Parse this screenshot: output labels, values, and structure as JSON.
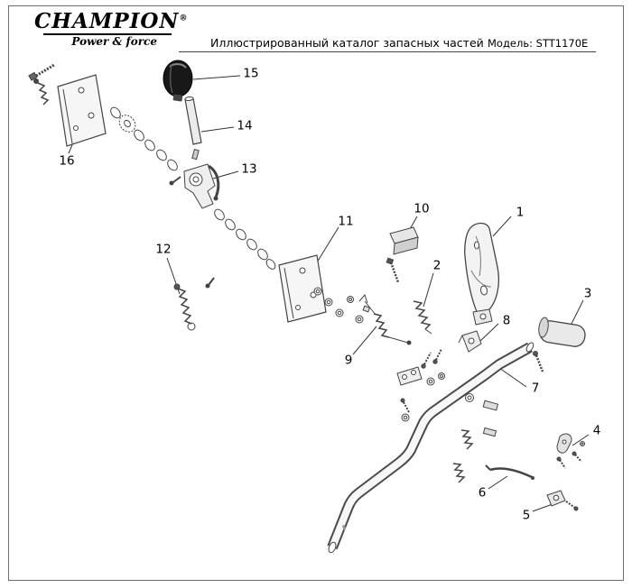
{
  "header": {
    "brand": "CHAMPION",
    "reg_mark": "®",
    "tagline": "Power & force",
    "catalog_title": "Иллюстрированный каталог запасных частей",
    "model": "Модель: STT1170E"
  },
  "diagram": {
    "description": "Exploded parts view of handlebar and gear shift lever assembly",
    "callouts": [
      {
        "num": "1"
      },
      {
        "num": "2"
      },
      {
        "num": "3"
      },
      {
        "num": "4"
      },
      {
        "num": "5"
      },
      {
        "num": "6"
      },
      {
        "num": "7"
      },
      {
        "num": "8"
      },
      {
        "num": "9"
      },
      {
        "num": "10"
      },
      {
        "num": "11"
      },
      {
        "num": "12"
      },
      {
        "num": "13"
      },
      {
        "num": "14"
      },
      {
        "num": "15"
      },
      {
        "num": "16"
      }
    ]
  }
}
